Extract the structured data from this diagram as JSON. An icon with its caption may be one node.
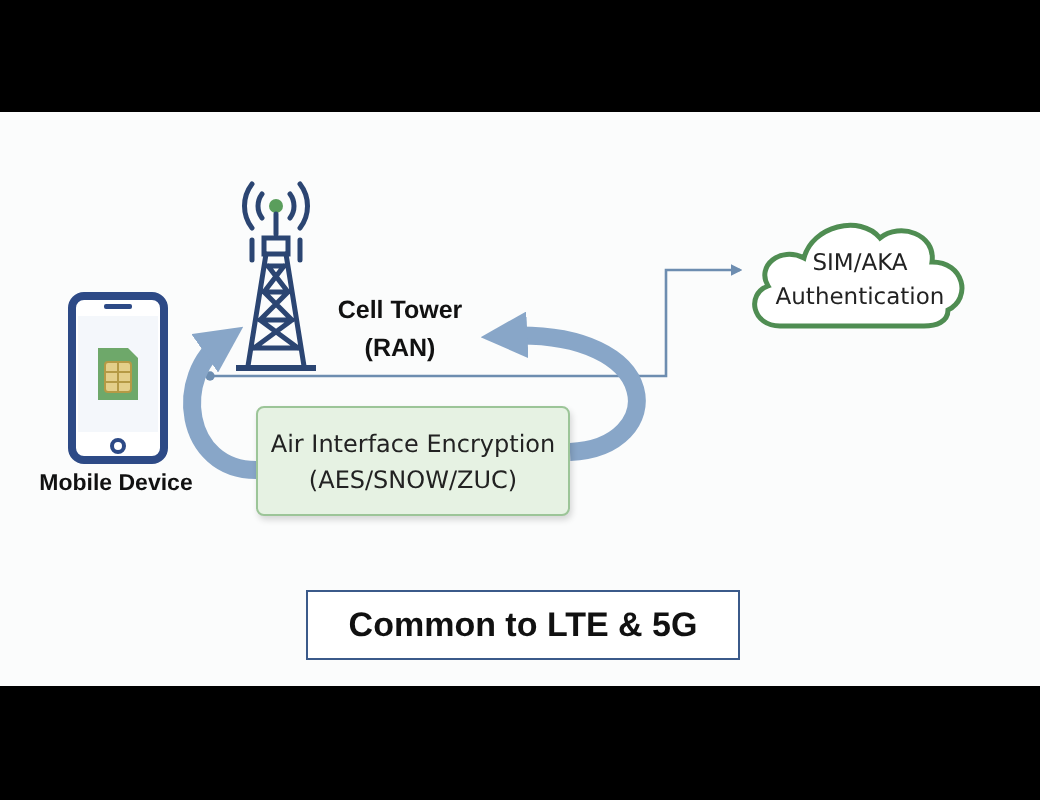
{
  "diagram": {
    "nodes": [
      {
        "text": [
          "Mobile Device"
        ]
      },
      {
        "text": [
          "Cell Tower (RAN)"
        ]
      },
      {
        "text": [
          "Air Interface Encryption (AES/SNOW/ZUC)"
        ]
      },
      {
        "text": [
          "SIM/AKA Authentication"
        ]
      },
      {
        "text": [
          "Common to LTE & 5G"
        ]
      }
    ],
    "edges": [
      {
        "from": 0,
        "to": 3,
        "arrow": "to",
        "color": "#6d8db0"
      },
      {
        "from": 2,
        "to": 1,
        "arrow": "to"
      },
      {
        "from": 2,
        "to": 1,
        "arrow": "to"
      }
    ]
  }
}
